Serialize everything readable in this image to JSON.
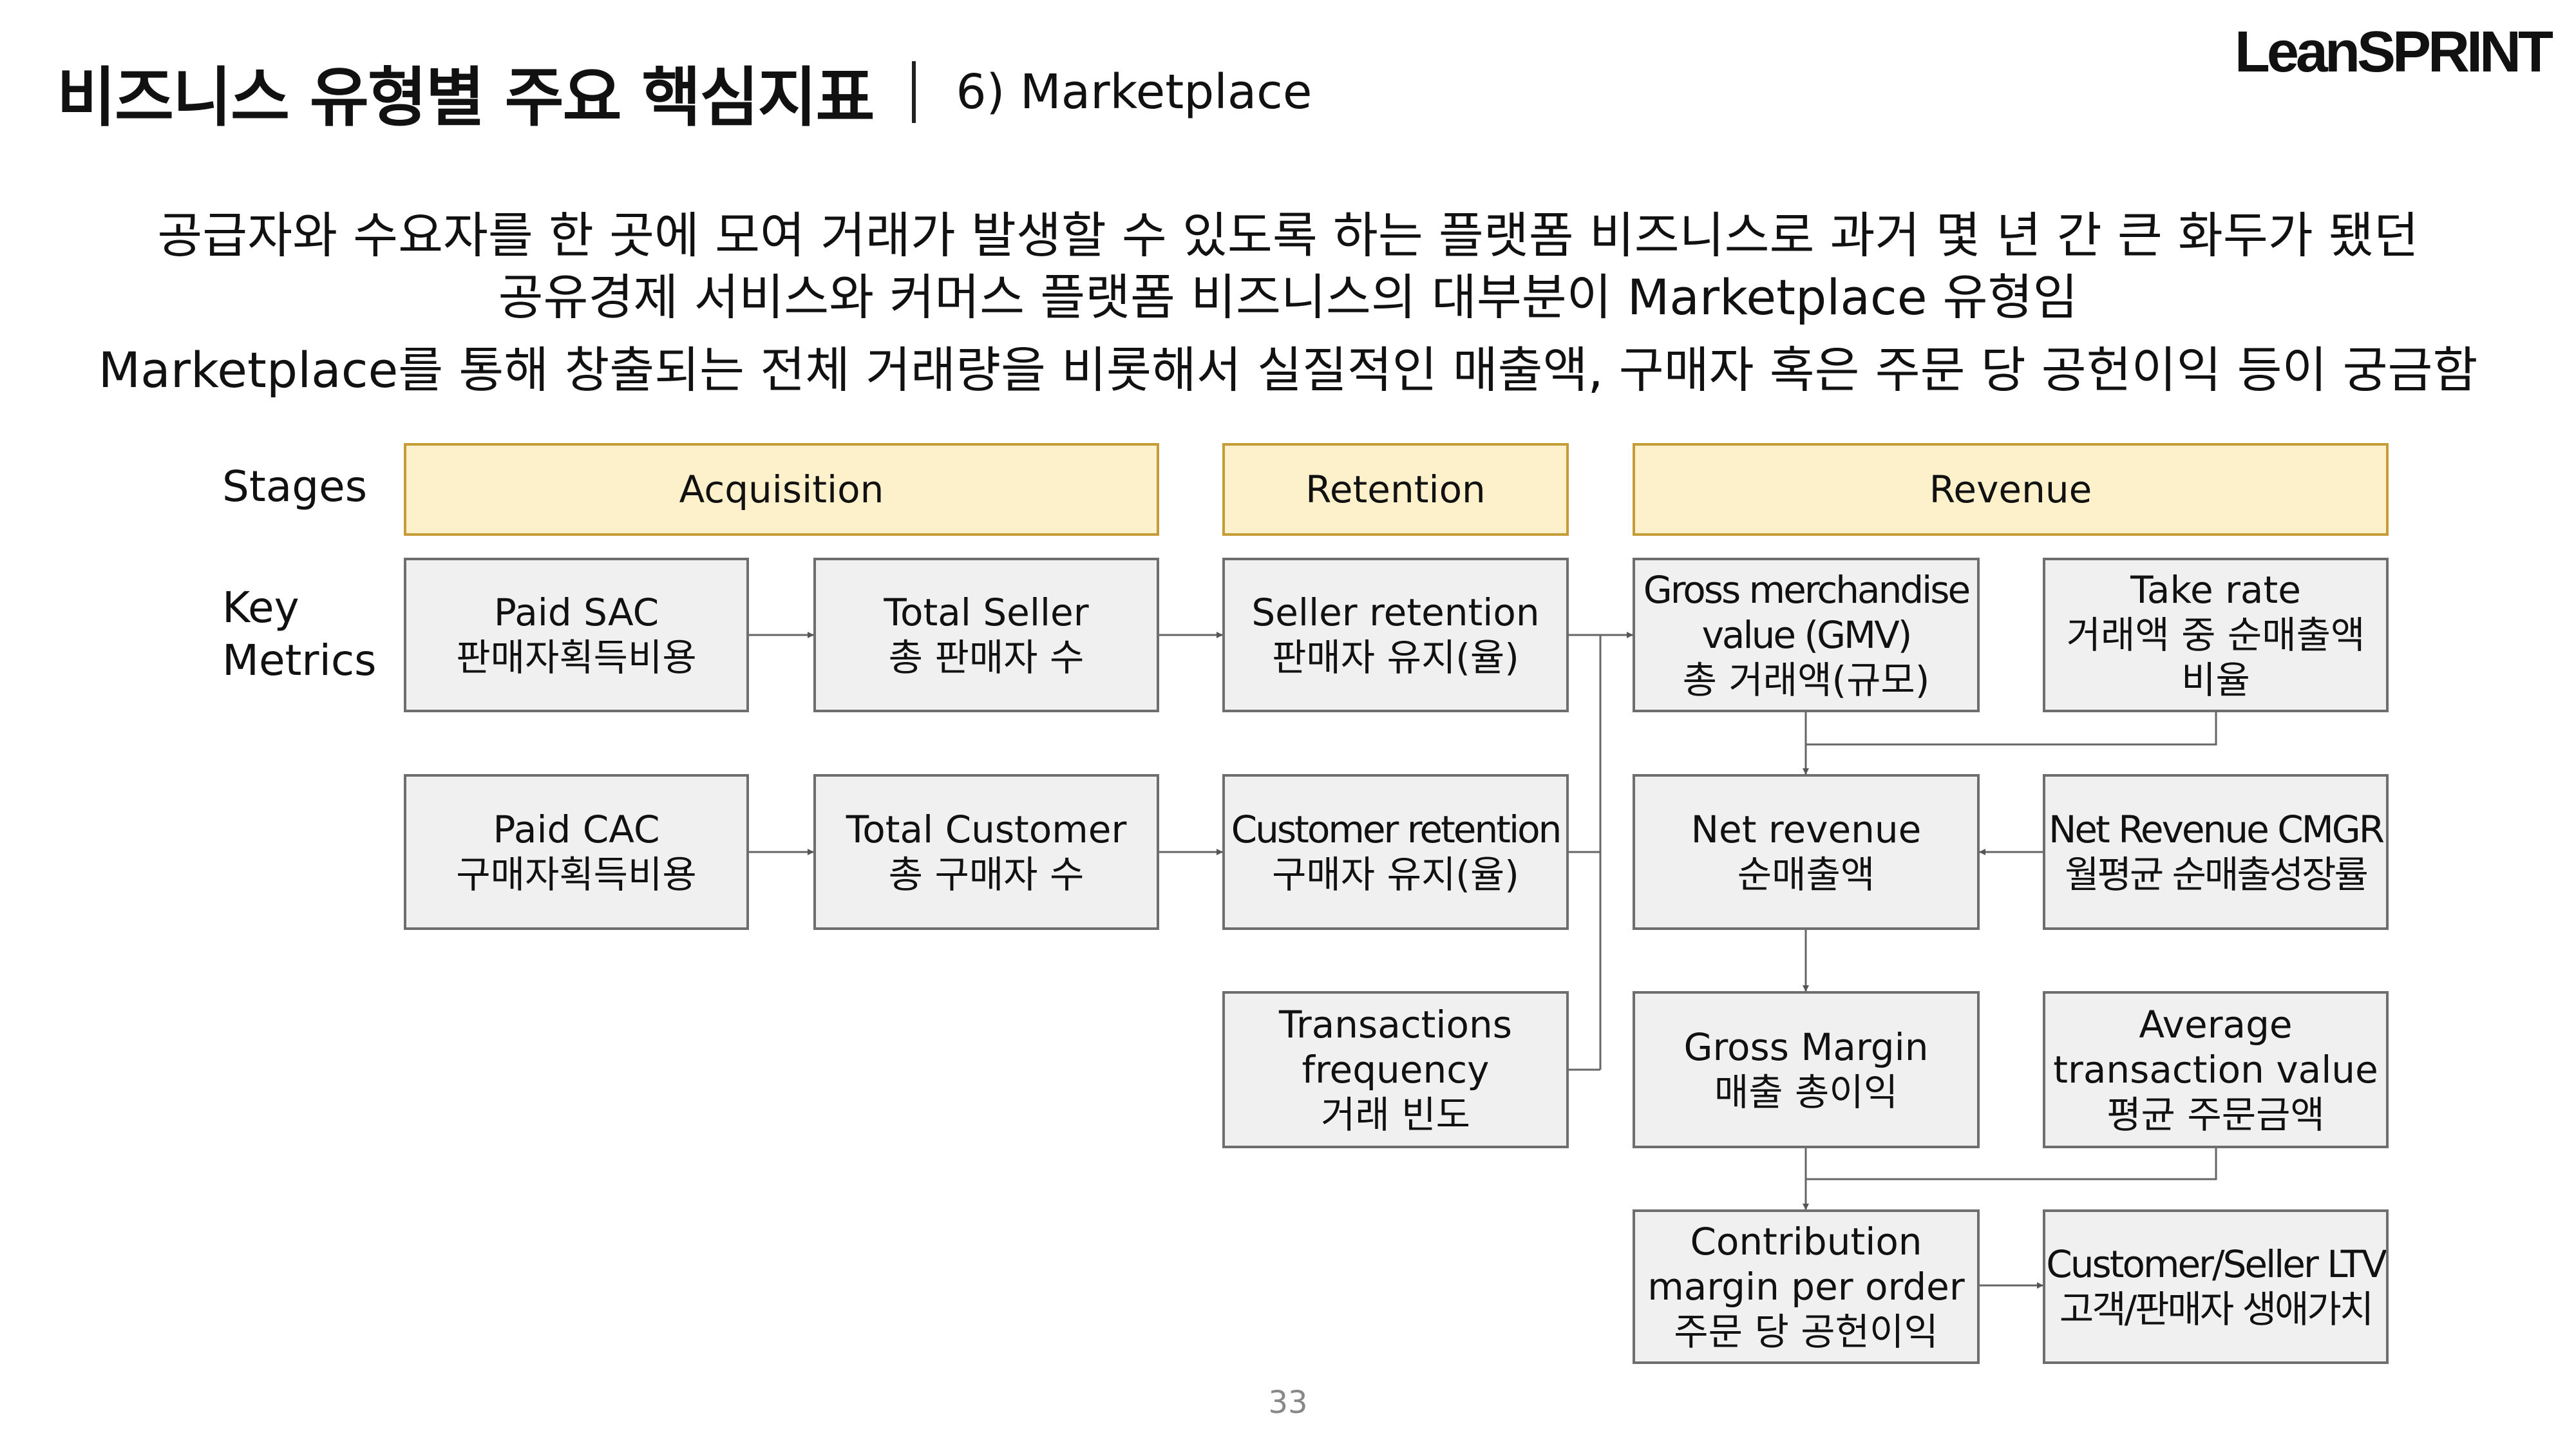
{
  "header": {
    "title": "비즈니스 유형별 주요 핵심지표",
    "subtitle": "6) Marketplace",
    "logo": "LeanSPRINT"
  },
  "intro": {
    "line1": "공급자와 수요자를 한 곳에 모여 거래가 발생할 수 있도록 하는 플랫폼 비즈니스로 과거 몇 년 간 큰 화두가 됐던",
    "line2": "공유경제 서비스와 커머스 플랫폼 비즈니스의 대부분이 Marketplace 유형임",
    "line3": "Marketplace를 통해 창출되는 전체 거래량을 비롯해서 실질적인 매출액, 구매자 혹은 주문 당 공헌이익 등이 궁금함"
  },
  "labels": {
    "stages": "Stages",
    "key_metrics_1": "Key",
    "key_metrics_2": "Metrics"
  },
  "stages": {
    "acquisition": "Acquisition",
    "retention": "Retention",
    "revenue": "Revenue"
  },
  "metrics": {
    "paid_sac": {
      "en": "Paid SAC",
      "ko": "판매자획득비용"
    },
    "total_seller": {
      "en": "Total Seller",
      "ko": "총 판매자 수"
    },
    "seller_retention": {
      "en": "Seller retention",
      "ko": "판매자 유지(율)"
    },
    "gmv": {
      "en1": "Gross merchandise",
      "en2": "value (GMV)",
      "ko": "총 거래액(규모)"
    },
    "take_rate": {
      "en": "Take rate",
      "ko1": "거래액 중 순매출액",
      "ko2": "비율"
    },
    "paid_cac": {
      "en": "Paid CAC",
      "ko": "구매자획득비용"
    },
    "total_customer": {
      "en": "Total Customer",
      "ko": "총 구매자 수"
    },
    "customer_retention": {
      "en": "Customer retention",
      "ko": "구매자 유지(율)"
    },
    "net_revenue": {
      "en": "Net revenue",
      "ko": "순매출액"
    },
    "net_revenue_cmgr": {
      "en": "Net Revenue CMGR",
      "ko": "월평균 순매출성장률"
    },
    "transactions_frequency": {
      "en1": "Transactions",
      "en2": "frequency",
      "ko": "거래 빈도"
    },
    "gross_margin": {
      "en": "Gross Margin",
      "ko": "매출 총이익"
    },
    "avg_transaction_value": {
      "en1": "Average",
      "en2": "transaction value",
      "ko": "평균 주문금액"
    },
    "contribution_margin": {
      "en1": "Contribution",
      "en2": "margin per order",
      "ko": "주문 당 공헌이익"
    },
    "customer_seller_ltv": {
      "en": "Customer/Seller LTV",
      "ko": "고객/판매자 생애가치"
    }
  },
  "footer": {
    "page_number": "33"
  }
}
